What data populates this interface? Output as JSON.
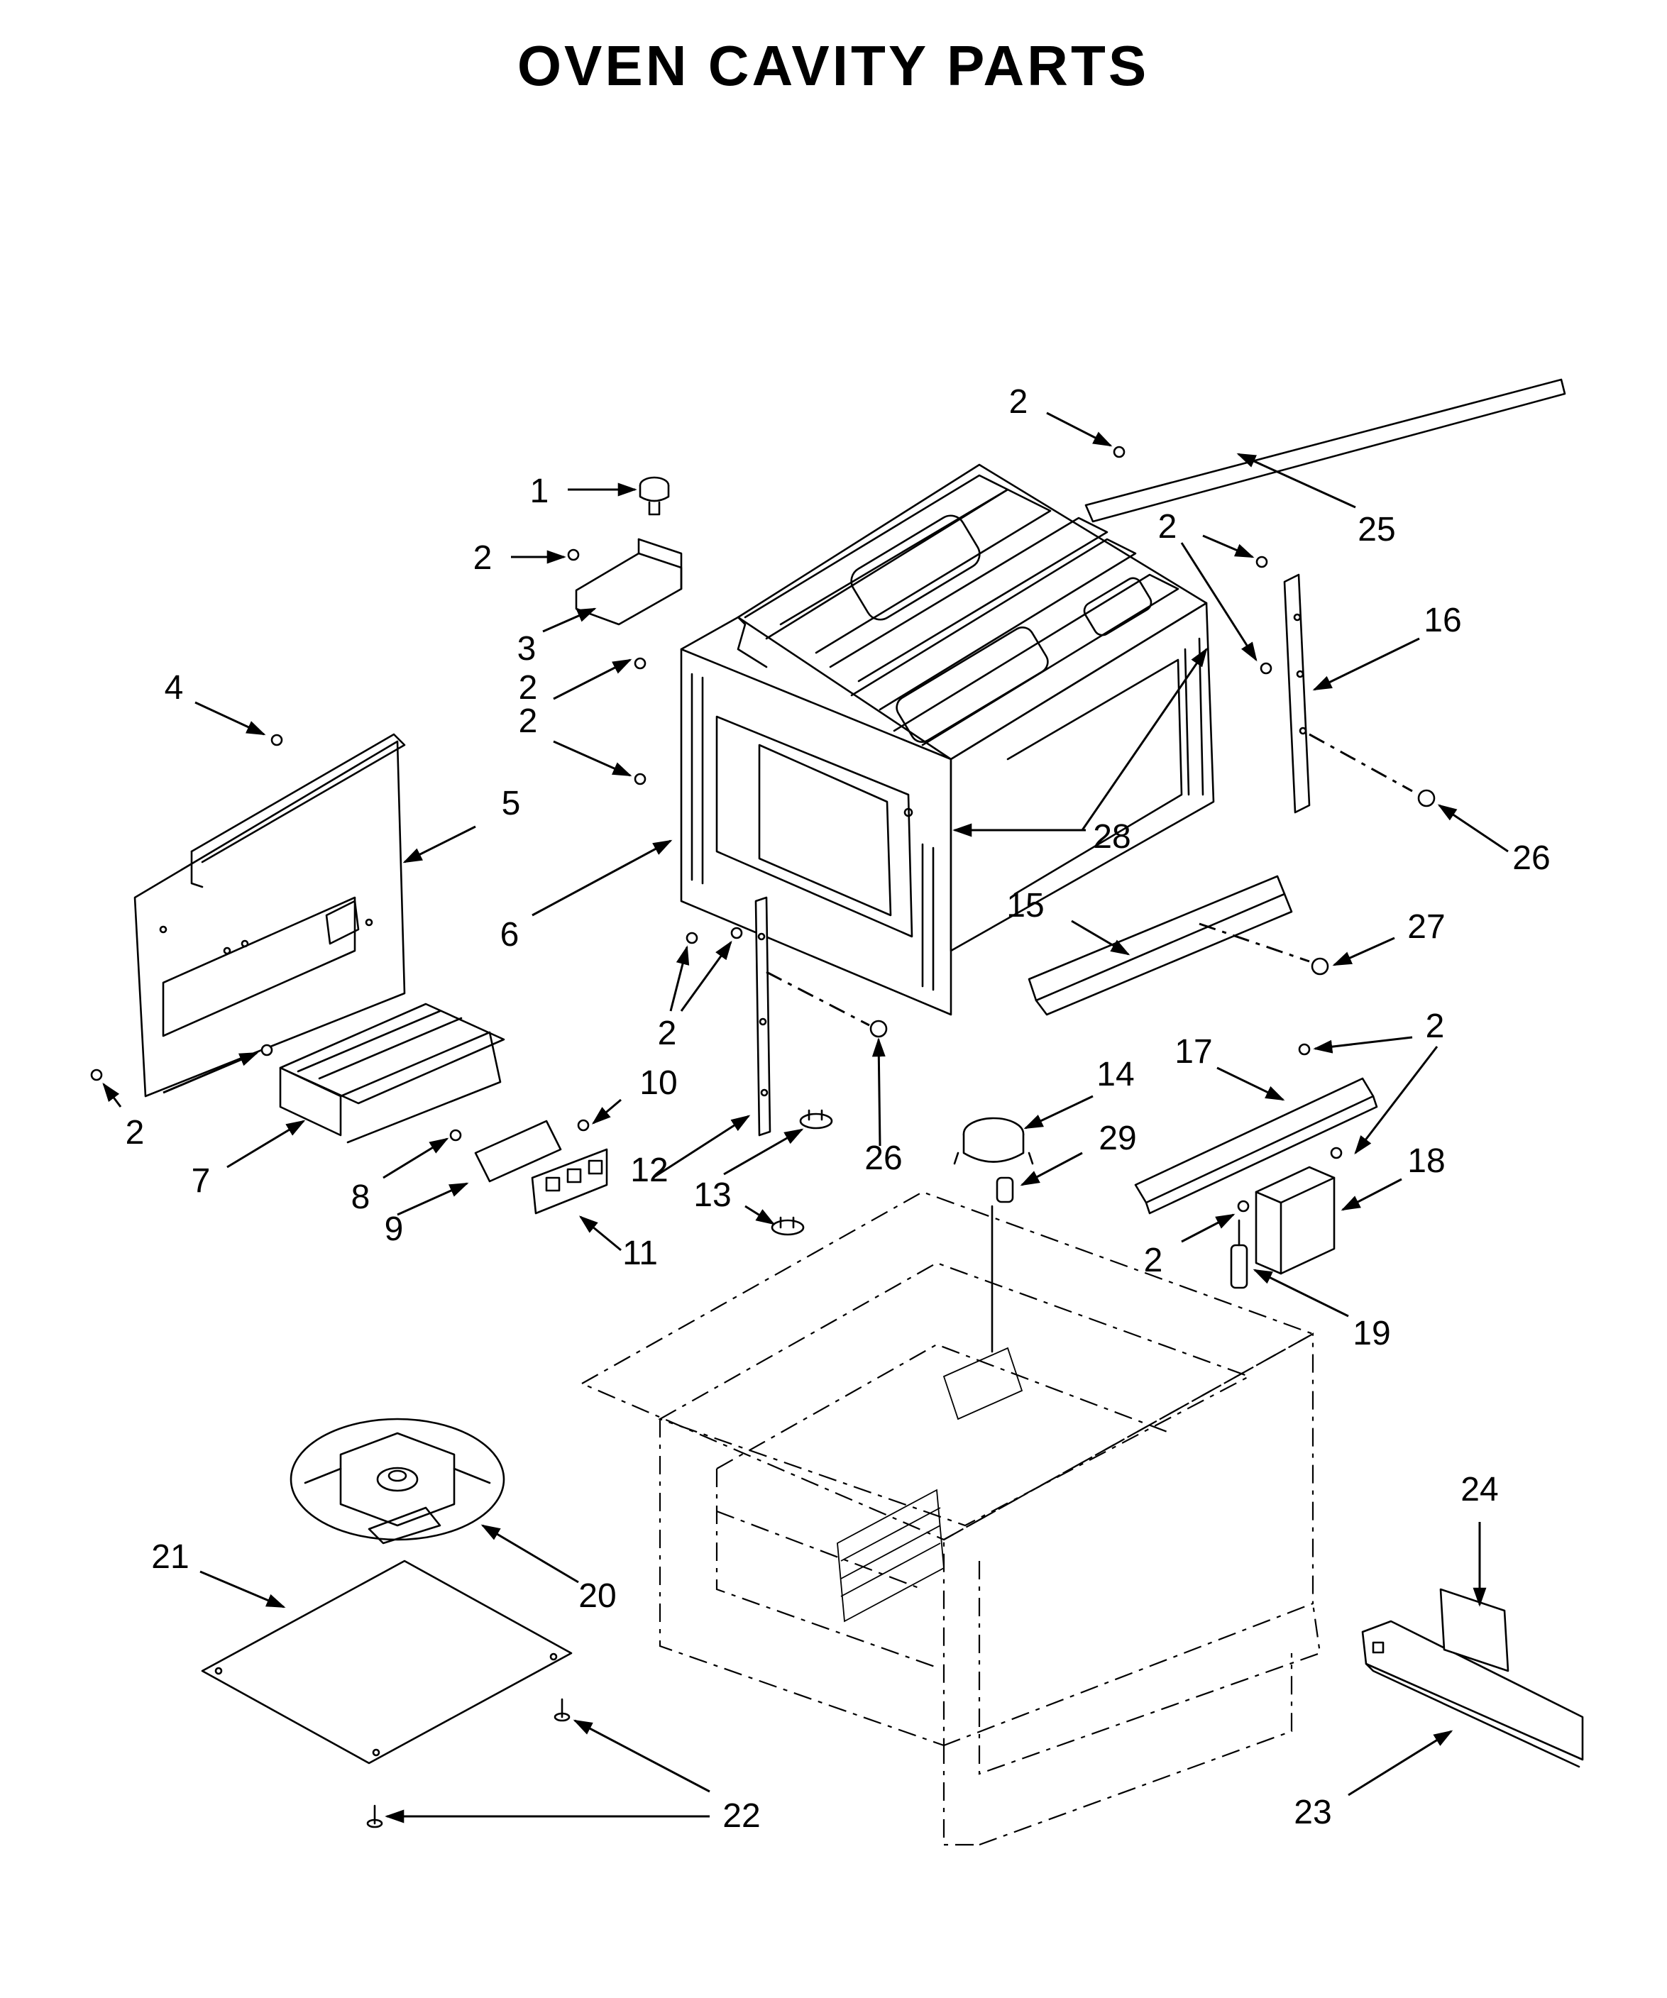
{
  "title": "OVEN CAVITY PARTS",
  "callouts": [
    {
      "id": "c1",
      "label": "1"
    },
    {
      "id": "c2a",
      "label": "2"
    },
    {
      "id": "c3",
      "label": "3"
    },
    {
      "id": "c4",
      "label": "4"
    },
    {
      "id": "c2b",
      "label": "2"
    },
    {
      "id": "c2c",
      "label": "2"
    },
    {
      "id": "c5",
      "label": "5"
    },
    {
      "id": "c6",
      "label": "6"
    },
    {
      "id": "c2d",
      "label": "2"
    },
    {
      "id": "c2e",
      "label": "2"
    },
    {
      "id": "c7",
      "label": "7"
    },
    {
      "id": "c8",
      "label": "8"
    },
    {
      "id": "c9",
      "label": "9"
    },
    {
      "id": "c10",
      "label": "10"
    },
    {
      "id": "c11",
      "label": "11"
    },
    {
      "id": "c12",
      "label": "12"
    },
    {
      "id": "c13a",
      "label": "13"
    },
    {
      "id": "c13b",
      "label": "13"
    },
    {
      "id": "c26a",
      "label": "26"
    },
    {
      "id": "c2f",
      "label": "2"
    },
    {
      "id": "c25",
      "label": "25"
    },
    {
      "id": "c2g",
      "label": "2"
    },
    {
      "id": "c16",
      "label": "16"
    },
    {
      "id": "c28",
      "label": "28"
    },
    {
      "id": "c26b",
      "label": "26"
    },
    {
      "id": "c15",
      "label": "15"
    },
    {
      "id": "c27",
      "label": "27"
    },
    {
      "id": "c17",
      "label": "17"
    },
    {
      "id": "c2h",
      "label": "2"
    },
    {
      "id": "c14",
      "label": "14"
    },
    {
      "id": "c29",
      "label": "29"
    },
    {
      "id": "c18",
      "label": "18"
    },
    {
      "id": "c2i",
      "label": "2"
    },
    {
      "id": "c19",
      "label": "19"
    },
    {
      "id": "c20",
      "label": "20"
    },
    {
      "id": "c21",
      "label": "21"
    },
    {
      "id": "c22",
      "label": "22"
    },
    {
      "id": "c24",
      "label": "24"
    },
    {
      "id": "c23",
      "label": "23"
    }
  ]
}
